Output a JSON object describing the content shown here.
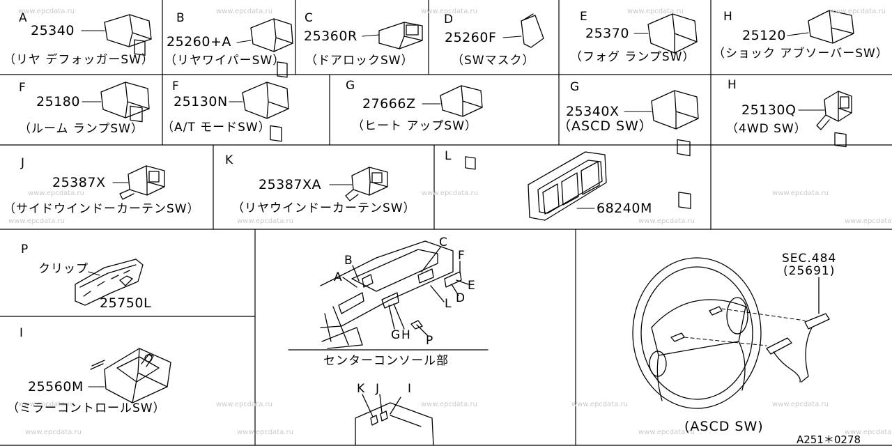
{
  "watermark": "www.epcdata.ru",
  "panels": {
    "A": {
      "letter": "A",
      "part": "25340",
      "caption": "（リヤ デフォッガーSW）"
    },
    "B": {
      "letter": "B",
      "part": "25260+A",
      "caption": "（リヤワイパーSW）"
    },
    "C": {
      "letter": "C",
      "part": "25360R",
      "caption": "（ドアロックSW）"
    },
    "D": {
      "letter": "D",
      "part": "25260F",
      "caption": "（SWマスク）"
    },
    "E": {
      "letter": "E",
      "part": "25370",
      "caption": "（フォグ ランプSW）"
    },
    "H1": {
      "letter": "H",
      "part": "25120",
      "caption": "（ショック アブソーバーSW）"
    },
    "F1": {
      "letter": "F",
      "part": "25180",
      "caption": "（ルーム ランプSW）"
    },
    "F2": {
      "letter": "F",
      "part": "25130N",
      "caption": "（A/T モードSW）"
    },
    "G1": {
      "letter": "G",
      "part": "27666Z",
      "caption": "（ヒート アップSW）"
    },
    "G2": {
      "letter": "G",
      "part": "25340X",
      "caption": "（ASCD SW）"
    },
    "H2": {
      "letter": "H",
      "part": "25130Q",
      "caption": "（4WD SW）"
    },
    "J": {
      "letter": "J",
      "part": "25387X",
      "caption": "（サイドウインドーカーテンSW）"
    },
    "K": {
      "letter": "K",
      "part": "25387XA",
      "caption": "（リヤウインドーカーテンSW）"
    },
    "L": {
      "letter": "L",
      "part": "68240M"
    },
    "P": {
      "letter": "P",
      "part": "25750L",
      "label": "クリップ"
    },
    "I": {
      "letter": "I",
      "part": "25560M",
      "caption": "（ミラーコントロールSW）"
    }
  },
  "console": {
    "caption": "センターコンソール部",
    "callouts": [
      "A",
      "B",
      "C",
      "F",
      "E",
      "D",
      "L",
      "G",
      "H",
      "P"
    ],
    "lower_callouts": [
      "K",
      "J",
      "I"
    ]
  },
  "steering": {
    "ref_line1": "SEC.484",
    "ref_line2": "(25691)",
    "caption": "(ASCD SW)"
  },
  "code": "A251＊0278"
}
